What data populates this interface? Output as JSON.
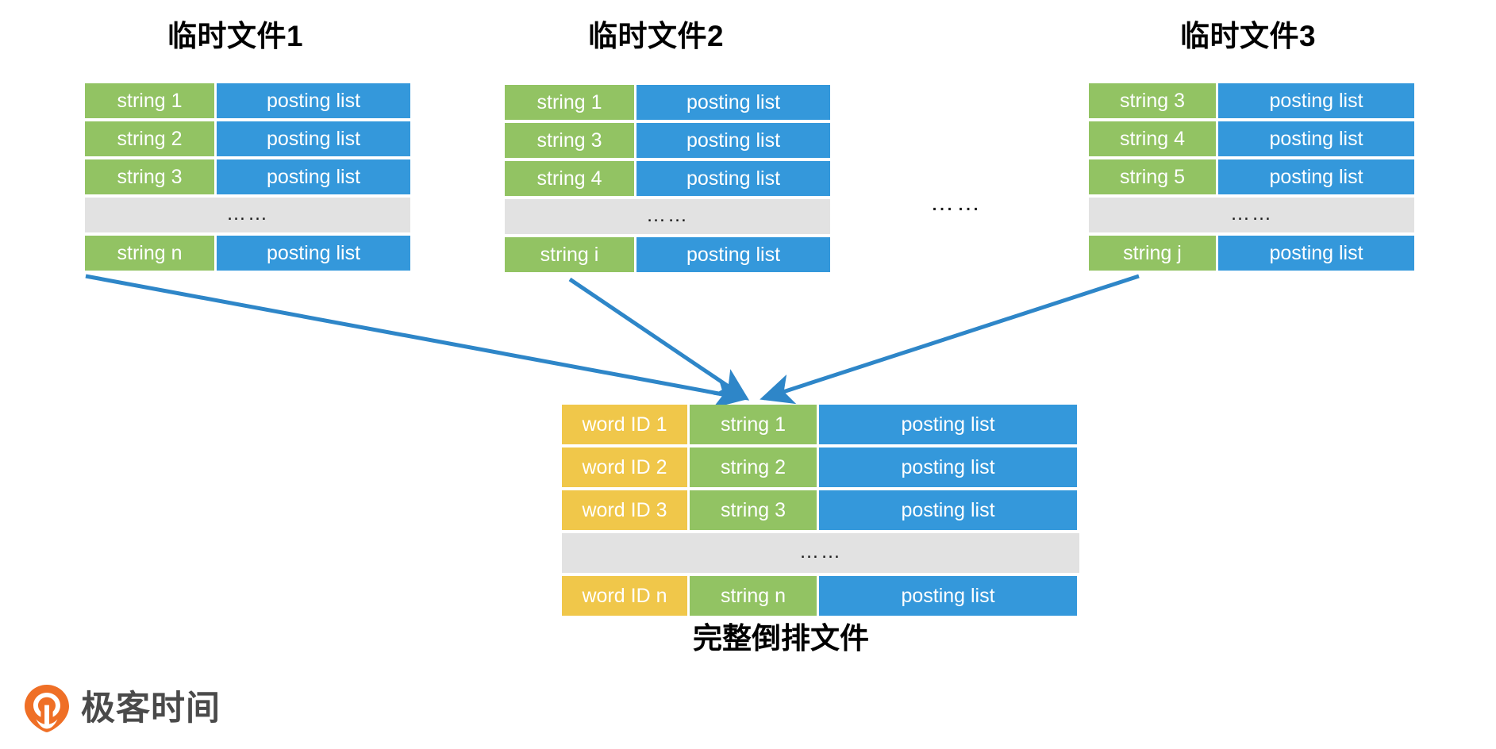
{
  "diagram": {
    "ellipsis_glyph": "……",
    "gap_ellipsis": "……",
    "caption": "完整倒排文件",
    "colors": {
      "key_green": "#92c363",
      "posting_blue": "#3498db",
      "wordid_yellow": "#f0c74a",
      "ellipsis_grey": "#e2e2e2",
      "arrow_blue": "#2e86c8",
      "logo_orange": "#ef6f26",
      "logo_text_grey": "#4a4a4a",
      "text_white": "#ffffff",
      "text_black": "#000000"
    }
  },
  "temp_files": [
    {
      "title": "临时文件1",
      "rows": [
        {
          "key": "string 1",
          "posting": "posting list"
        },
        {
          "key": "string 2",
          "posting": "posting list"
        },
        {
          "key": "string 3",
          "posting": "posting list"
        },
        {
          "ellipsis": "……"
        },
        {
          "key": "string n",
          "posting": "posting list"
        }
      ]
    },
    {
      "title": "临时文件2",
      "rows": [
        {
          "key": "string 1",
          "posting": "posting list"
        },
        {
          "key": "string 3",
          "posting": "posting list"
        },
        {
          "key": "string 4",
          "posting": "posting list"
        },
        {
          "ellipsis": "……"
        },
        {
          "key": "string i",
          "posting": "posting list"
        }
      ]
    },
    {
      "title": "临时文件3",
      "rows": [
        {
          "key": "string 3",
          "posting": "posting list"
        },
        {
          "key": "string 4",
          "posting": "posting list"
        },
        {
          "key": "string 5",
          "posting": "posting list"
        },
        {
          "ellipsis": "……"
        },
        {
          "key": "string j",
          "posting": "posting list"
        }
      ]
    }
  ],
  "merged_file": {
    "caption": "完整倒排文件",
    "rows": [
      {
        "word_id": "word ID 1",
        "key": "string 1",
        "posting": "posting list"
      },
      {
        "word_id": "word ID 2",
        "key": "string 2",
        "posting": "posting list"
      },
      {
        "word_id": "word ID 3",
        "key": "string 3",
        "posting": "posting list"
      },
      {
        "ellipsis": "……"
      },
      {
        "word_id": "word ID n",
        "key": "string n",
        "posting": "posting list"
      }
    ]
  },
  "logo": {
    "text": "极客时间",
    "mark_name": "geektime-logo-mark"
  }
}
